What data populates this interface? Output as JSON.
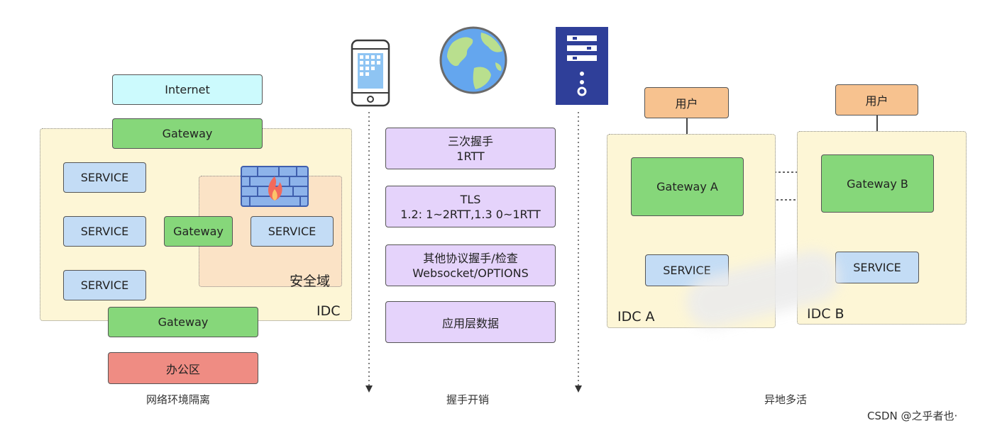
{
  "left": {
    "internet": "Internet",
    "gateway_top": "Gateway",
    "gateway_inner": "Gateway",
    "gateway_bottom": "Gateway",
    "service_1": "SERVICE",
    "service_2": "SERVICE",
    "service_3": "SERVICE",
    "service_secure": "SERVICE",
    "security_zone": "安全域",
    "idc": "IDC",
    "office": "办公区",
    "caption": "网络环境隔离"
  },
  "middle": {
    "step_1": [
      "三次握手",
      "1RTT"
    ],
    "step_2": [
      "TLS",
      "1.2: 1~2RTT,1.3 0~1RTT"
    ],
    "step_3": [
      "其他协议握手/检查",
      "Websocket/OPTIONS"
    ],
    "step_4": "应用层数据",
    "caption": "握手开销"
  },
  "right": {
    "user_a": "用户",
    "user_b": "用户",
    "gateway_a": "Gateway A",
    "gateway_b": "Gateway B",
    "service_a": "SERVICE",
    "service_b": "SERVICE",
    "idc_a": "IDC A",
    "idc_b": "IDC B",
    "caption": "异地多活"
  },
  "watermark": "CSDN @之乎者也·",
  "icons": [
    "firewall-icon",
    "mobile-phone-icon",
    "globe-icon",
    "server-icon"
  ],
  "colors": {
    "internet": "#ccfafd",
    "gateway": "#86d77a",
    "service": "#c3dcf5",
    "user": "#f7c28f",
    "office": "#ef8c83",
    "handshake": "#e5d3fb",
    "zone": "#fdf6d6",
    "security_zone": "#fbe3c6"
  }
}
